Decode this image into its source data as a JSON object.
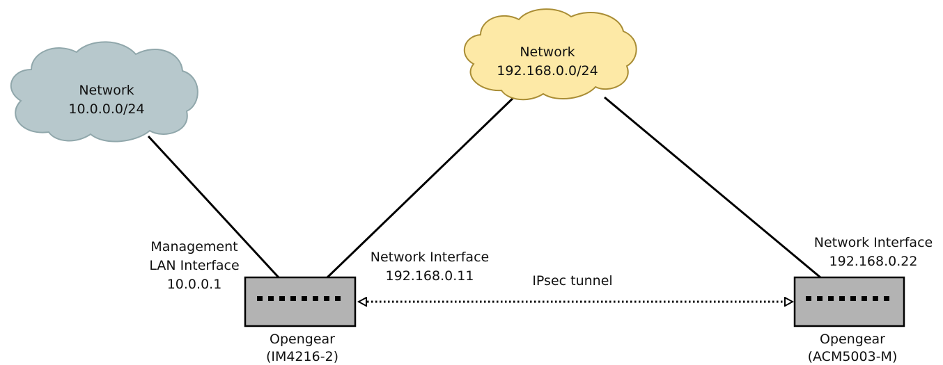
{
  "network_left": {
    "title": "Network",
    "subnet": "10.0.0.0/24",
    "fill": "#b7c8cc",
    "stroke": "#90a7ab"
  },
  "network_center": {
    "title": "Network",
    "subnet": "192.168.0.0/24",
    "fill": "#fde9a6",
    "stroke": "#a98d35"
  },
  "device_left": {
    "name": "Opengear",
    "model": "(IM4216-2)",
    "fill": "#b3b3b3",
    "mgmt_line1": "Management",
    "mgmt_line2": "LAN Interface",
    "mgmt_ip": "10.0.0.1",
    "net_line1": "Network Interface",
    "net_ip": "192.168.0.11"
  },
  "device_right": {
    "name": "Opengear",
    "model": "(ACM5003-M)",
    "fill": "#b3b3b3",
    "net_line1": "Network Interface",
    "net_ip": "192.168.0.22"
  },
  "tunnel": {
    "label": "IPsec tunnel"
  }
}
